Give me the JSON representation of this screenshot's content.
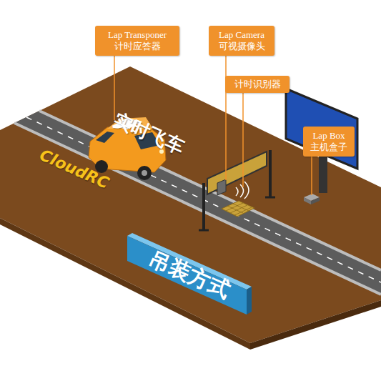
{
  "diagram": {
    "nodes": [
      {
        "text": [
          "Lap Transponer",
          "计时应答器"
        ]
      },
      {
        "text": [
          "Lap Camera",
          "可视摄像头"
        ]
      },
      {
        "text": [
          "计时识别器"
        ]
      },
      {
        "text": [
          "Lap Box",
          "主机盒子"
        ]
      },
      {
        "text": [
          "吊装方式"
        ]
      }
    ],
    "labels": [
      "实时飞车",
      "CloudRC"
    ]
  }
}
